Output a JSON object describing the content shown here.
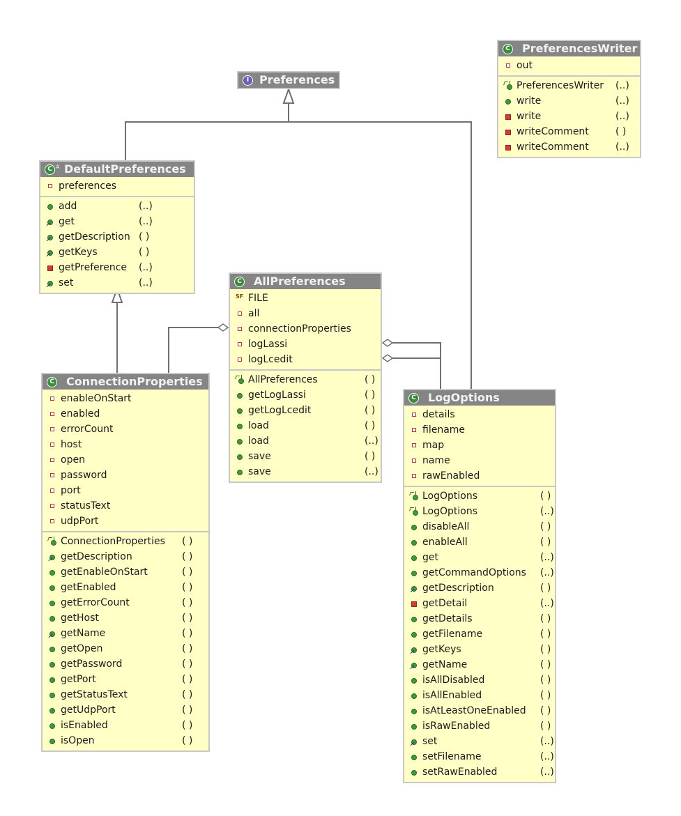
{
  "diagram": {
    "classes": [
      {
        "id": "preferences-writer",
        "name": "PreferencesWriter",
        "kind": "class",
        "fields": [
          {
            "name": "out",
            "visibility": "private"
          }
        ],
        "methods": [
          {
            "name": "PreferencesWriter",
            "params": "(..)",
            "visibility": "constructor"
          },
          {
            "name": "write",
            "params": "(..)",
            "visibility": "public"
          },
          {
            "name": "write",
            "params": "(..)",
            "visibility": "private-method"
          },
          {
            "name": "writeComment",
            "params": "( )",
            "visibility": "private-method"
          },
          {
            "name": "writeComment",
            "params": "(..)",
            "visibility": "private-method"
          }
        ]
      },
      {
        "id": "preferences",
        "name": "Preferences",
        "kind": "interface",
        "fields": [],
        "methods": []
      },
      {
        "id": "default-preferences",
        "name": "DefaultPreferences",
        "kind": "abstract",
        "fields": [
          {
            "name": "preferences",
            "visibility": "private"
          }
        ],
        "methods": [
          {
            "name": "add",
            "params": "(..)",
            "visibility": "public"
          },
          {
            "name": "get",
            "params": "(..)",
            "visibility": "public-impl"
          },
          {
            "name": "getDescription",
            "params": "( )",
            "visibility": "public-impl"
          },
          {
            "name": "getKeys",
            "params": "( )",
            "visibility": "public-impl"
          },
          {
            "name": "getPreference",
            "params": "(..)",
            "visibility": "private-method"
          },
          {
            "name": "set",
            "params": "(..)",
            "visibility": "public-impl"
          }
        ]
      },
      {
        "id": "all-preferences",
        "name": "AllPreferences",
        "kind": "class",
        "fields": [
          {
            "name": "FILE",
            "visibility": "static-final"
          },
          {
            "name": "all",
            "visibility": "private"
          },
          {
            "name": "connectionProperties",
            "visibility": "private"
          },
          {
            "name": "logLassi",
            "visibility": "private"
          },
          {
            "name": "logLcedit",
            "visibility": "private"
          }
        ],
        "methods": [
          {
            "name": "AllPreferences",
            "params": "( )",
            "visibility": "constructor"
          },
          {
            "name": "getLogLassi",
            "params": "( )",
            "visibility": "public"
          },
          {
            "name": "getLogLcedit",
            "params": "( )",
            "visibility": "public"
          },
          {
            "name": "load",
            "params": "( )",
            "visibility": "public"
          },
          {
            "name": "load",
            "params": "(..)",
            "visibility": "public"
          },
          {
            "name": "save",
            "params": "( )",
            "visibility": "public"
          },
          {
            "name": "save",
            "params": "(..)",
            "visibility": "public"
          }
        ]
      },
      {
        "id": "connection-properties",
        "name": "ConnectionProperties",
        "kind": "class",
        "fields": [
          {
            "name": "enableOnStart",
            "visibility": "private"
          },
          {
            "name": "enabled",
            "visibility": "private"
          },
          {
            "name": "errorCount",
            "visibility": "private"
          },
          {
            "name": "host",
            "visibility": "private"
          },
          {
            "name": "open",
            "visibility": "private"
          },
          {
            "name": "password",
            "visibility": "private"
          },
          {
            "name": "port",
            "visibility": "private"
          },
          {
            "name": "statusText",
            "visibility": "private"
          },
          {
            "name": "udpPort",
            "visibility": "private"
          }
        ],
        "methods": [
          {
            "name": "ConnectionProperties",
            "params": "( )",
            "visibility": "constructor"
          },
          {
            "name": "getDescription",
            "params": "( )",
            "visibility": "public-impl"
          },
          {
            "name": "getEnableOnStart",
            "params": "( )",
            "visibility": "public"
          },
          {
            "name": "getEnabled",
            "params": "( )",
            "visibility": "public"
          },
          {
            "name": "getErrorCount",
            "params": "( )",
            "visibility": "public"
          },
          {
            "name": "getHost",
            "params": "( )",
            "visibility": "public"
          },
          {
            "name": "getName",
            "params": "( )",
            "visibility": "public-impl"
          },
          {
            "name": "getOpen",
            "params": "( )",
            "visibility": "public"
          },
          {
            "name": "getPassword",
            "params": "( )",
            "visibility": "public"
          },
          {
            "name": "getPort",
            "params": "( )",
            "visibility": "public"
          },
          {
            "name": "getStatusText",
            "params": "( )",
            "visibility": "public"
          },
          {
            "name": "getUdpPort",
            "params": "( )",
            "visibility": "public"
          },
          {
            "name": "isEnabled",
            "params": "( )",
            "visibility": "public"
          },
          {
            "name": "isOpen",
            "params": "( )",
            "visibility": "public"
          }
        ]
      },
      {
        "id": "log-options",
        "name": "LogOptions",
        "kind": "class",
        "fields": [
          {
            "name": "details",
            "visibility": "private"
          },
          {
            "name": "filename",
            "visibility": "private"
          },
          {
            "name": "map",
            "visibility": "private"
          },
          {
            "name": "name",
            "visibility": "private"
          },
          {
            "name": "rawEnabled",
            "visibility": "private"
          }
        ],
        "methods": [
          {
            "name": "LogOptions",
            "params": "( )",
            "visibility": "constructor"
          },
          {
            "name": "LogOptions",
            "params": "(..)",
            "visibility": "constructor"
          },
          {
            "name": "disableAll",
            "params": "( )",
            "visibility": "public"
          },
          {
            "name": "enableAll",
            "params": "( )",
            "visibility": "public"
          },
          {
            "name": "get",
            "params": "(..)",
            "visibility": "public"
          },
          {
            "name": "getCommandOptions",
            "params": "(..)",
            "visibility": "public"
          },
          {
            "name": "getDescription",
            "params": "( )",
            "visibility": "public-impl"
          },
          {
            "name": "getDetail",
            "params": "(..)",
            "visibility": "private-method"
          },
          {
            "name": "getDetails",
            "params": "( )",
            "visibility": "public"
          },
          {
            "name": "getFilename",
            "params": "( )",
            "visibility": "public"
          },
          {
            "name": "getKeys",
            "params": "( )",
            "visibility": "public-impl"
          },
          {
            "name": "getName",
            "params": "( )",
            "visibility": "public-impl"
          },
          {
            "name": "isAllDisabled",
            "params": "( )",
            "visibility": "public"
          },
          {
            "name": "isAllEnabled",
            "params": "( )",
            "visibility": "public"
          },
          {
            "name": "isAtLeastOneEnabled",
            "params": "( )",
            "visibility": "public"
          },
          {
            "name": "isRawEnabled",
            "params": "( )",
            "visibility": "public"
          },
          {
            "name": "set",
            "params": "(..)",
            "visibility": "public-impl"
          },
          {
            "name": "setFilename",
            "params": "(..)",
            "visibility": "public"
          },
          {
            "name": "setRawEnabled",
            "params": "(..)",
            "visibility": "public"
          }
        ]
      }
    ],
    "relations": [
      {
        "type": "realization",
        "from": "default-preferences",
        "to": "preferences"
      },
      {
        "type": "realization",
        "from": "log-options",
        "to": "preferences"
      },
      {
        "type": "inheritance",
        "from": "connection-properties",
        "to": "default-preferences"
      },
      {
        "type": "aggregation",
        "whole": "all-preferences",
        "part": "connection-properties"
      },
      {
        "type": "aggregation",
        "whole": "all-preferences",
        "part": "log-options"
      },
      {
        "type": "aggregation",
        "whole": "all-preferences",
        "part": "log-options"
      }
    ],
    "colors": {
      "box_fill": "#ffffc6",
      "header_fill": "#858585",
      "line": "#707070"
    }
  }
}
